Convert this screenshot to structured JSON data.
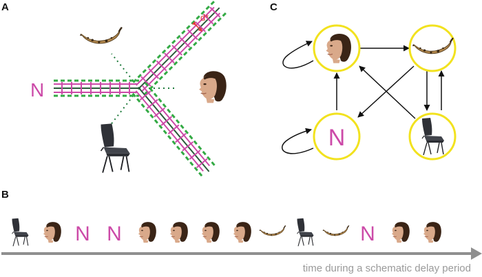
{
  "panels": {
    "a": "A",
    "b": "B",
    "c": "C"
  },
  "panel_a": {
    "n_label": "N",
    "distance_label": "d*",
    "stimuli": [
      "banana",
      "face",
      "chair"
    ]
  },
  "panel_b": {
    "sequence": [
      "chair",
      "face",
      "N",
      "N",
      "face",
      "face",
      "face",
      "face",
      "banana",
      "chair",
      "banana",
      "N",
      "face",
      "face"
    ],
    "axis_label": "time during a schematic delay period"
  },
  "panel_c": {
    "nodes": [
      {
        "id": "face",
        "label": ""
      },
      {
        "id": "banana",
        "label": ""
      },
      {
        "id": "N",
        "label": "N"
      },
      {
        "id": "chair",
        "label": ""
      }
    ],
    "edges": [
      {
        "from": "face",
        "to": "face"
      },
      {
        "from": "face",
        "to": "banana"
      },
      {
        "from": "banana",
        "to": "chair"
      },
      {
        "from": "banana",
        "to": "N"
      },
      {
        "from": "N",
        "to": "N"
      },
      {
        "from": "N",
        "to": "face"
      },
      {
        "from": "chair",
        "to": "banana"
      },
      {
        "from": "chair",
        "to": "face"
      }
    ]
  },
  "colors": {
    "magenta": "#cc4aa8",
    "green": "#33aa44",
    "yellow": "#f2e21f",
    "red": "#e23b3b",
    "axis_gray": "#8f8f8f"
  }
}
